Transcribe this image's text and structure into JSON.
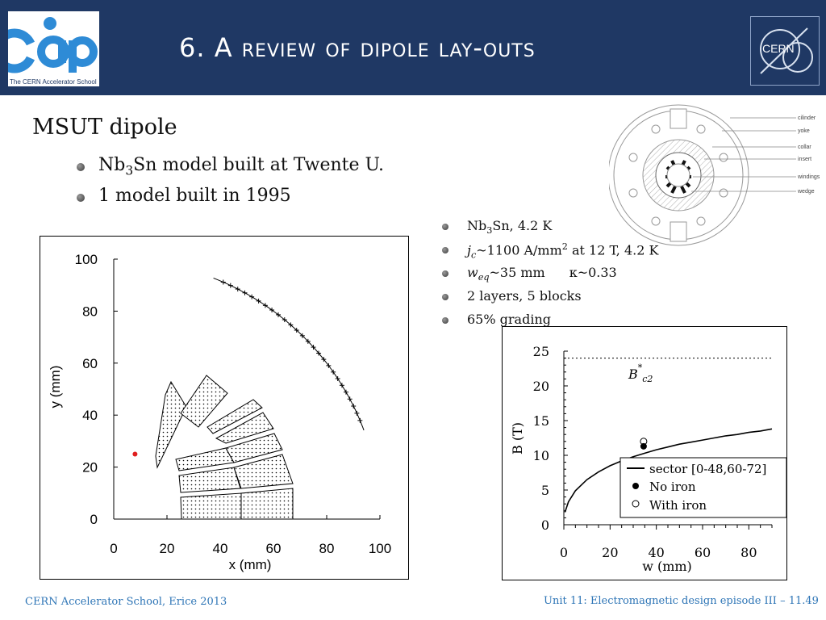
{
  "header": {
    "title": "6. A review of dipole lay-outs",
    "logo_left_caption": "The CERN Accelerator School",
    "logo_right_text": "CERN"
  },
  "main": {
    "heading": "MSUT dipole",
    "bullets": [
      {
        "pre": "Nb",
        "sub": "3",
        "post": "Sn model built at Twente U."
      },
      {
        "text": "1 model built in 1995"
      }
    ]
  },
  "specs": {
    "line1": {
      "pre": "Nb",
      "sub": "3",
      "post": "Sn, 4.2 K"
    },
    "line2": {
      "j": "j",
      "jsub": "c",
      "mid": "~1100 A/mm",
      "sup": "2",
      "post": " at 12 T, 4.2 K"
    },
    "line3": {
      "w": "w",
      "wsub": "eq",
      "mid": "~35 mm",
      "kappa": "κ~0.33"
    },
    "line4": "2 layers, 5 blocks",
    "line5": "65% grading"
  },
  "cross_section_labels": [
    "cilinder",
    "yoke",
    "collar",
    "insert",
    "windings",
    "wedge"
  ],
  "chart_data": [
    {
      "type": "scatter",
      "title": "",
      "xlabel": "x (mm)",
      "ylabel": "y (mm)",
      "xlim": [
        0,
        100
      ],
      "ylim": [
        0,
        100
      ],
      "x_ticks": [
        "0",
        "20",
        "40",
        "60",
        "80",
        "100"
      ],
      "y_ticks": [
        "0",
        "20",
        "40",
        "60",
        "80",
        "100"
      ],
      "iron_boundary": {
        "radius": 100,
        "angle_deg_from": 20,
        "angle_deg_to": 68,
        "marker_count": 26
      },
      "highlight_point": {
        "x": 8,
        "y": 25,
        "color": "#e02020"
      }
    },
    {
      "type": "line",
      "title": "",
      "xlabel": "w (mm)",
      "ylabel": "B  (T)",
      "xlim": [
        0,
        90
      ],
      "ylim": [
        0,
        25
      ],
      "x_ticks": [
        "0",
        "20",
        "40",
        "60",
        "80"
      ],
      "y_ticks": [
        "0",
        "5",
        "10",
        "15",
        "20",
        "25"
      ],
      "annotation": {
        "base": "B",
        "sup": "*",
        "sub": "c2"
      },
      "bc2_level": 24,
      "series": [
        {
          "name": "sector [0-48,60-72]",
          "x": [
            0.5,
            2,
            5,
            10,
            15,
            20,
            25,
            30,
            35,
            40,
            45,
            50,
            55,
            60,
            65,
            70,
            75,
            80,
            85,
            90
          ],
          "y": [
            1.8,
            3.3,
            4.9,
            6.5,
            7.6,
            8.5,
            9.2,
            9.8,
            10.3,
            10.8,
            11.2,
            11.6,
            11.9,
            12.2,
            12.5,
            12.8,
            13.0,
            13.3,
            13.5,
            13.8
          ]
        },
        {
          "name": "No iron",
          "x": [
            34.5
          ],
          "y": [
            11.3
          ]
        },
        {
          "name": "With iron",
          "x": [
            34.5
          ],
          "y": [
            12.0
          ]
        }
      ],
      "legend_position": "bottom-right"
    }
  ],
  "footer": {
    "left": "CERN Accelerator School, Erice 2013",
    "right": "Unit 11: Electromagnetic design episode III – 11.49"
  }
}
